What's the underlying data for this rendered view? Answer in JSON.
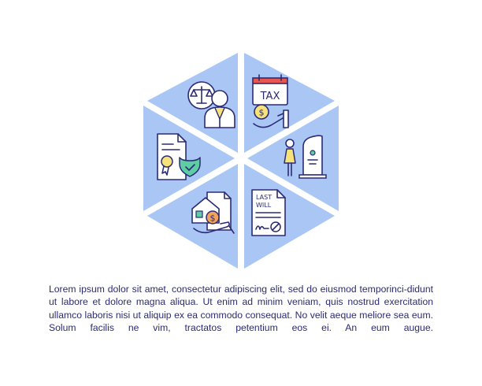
{
  "colors": {
    "segment_fill": "#a9c6f5",
    "outline": "#2b2b74",
    "accent_yellow": "#f6e27a",
    "accent_green": "#5fcda4",
    "accent_orange": "#f4a45a",
    "accent_red": "#e8574f",
    "text": "#2b2b74"
  },
  "segments": [
    {
      "icon": "lawyer-icon"
    },
    {
      "icon": "tax-payment-icon"
    },
    {
      "icon": "memorial-icon"
    },
    {
      "icon": "last-will-document-icon"
    },
    {
      "icon": "house-money-icon"
    },
    {
      "icon": "certified-document-icon"
    }
  ],
  "icons": {
    "tax_label": "TAX",
    "coin_symbol": "$",
    "house_symbol": "$",
    "will_label_line1": "LAST",
    "will_label_line2": "WILL"
  },
  "caption": "Lorem ipsum dolor sit amet, consectetur adipiscing elit, sed do eiusmod temporinci-didunt ut labore et dolore magna aliqua. Ut enim ad minim veniam, quis nostrud exercitation ullamco laboris nisi ut aliquip ex ea commodo consequat. No velit aeque meliore sea eum. Solum facilis ne vim, tractatos petentium eos ei. An eum augue."
}
